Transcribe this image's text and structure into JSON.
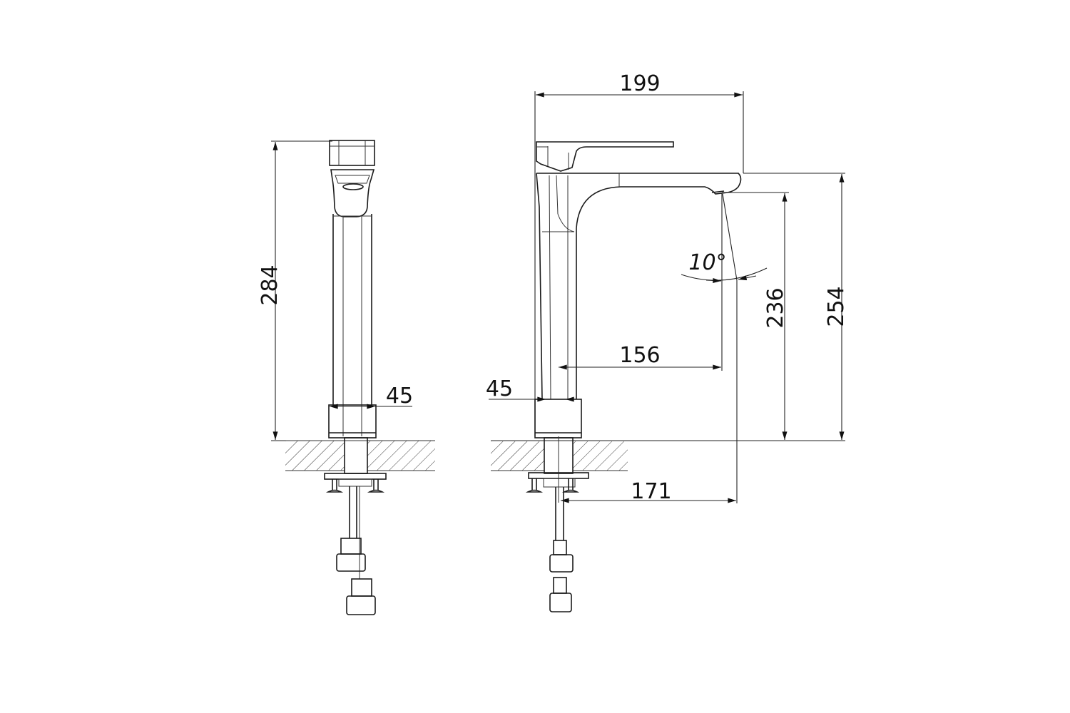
{
  "drawing": {
    "colors": {
      "line": "#1a1a1a",
      "background": "#ffffff"
    },
    "side_view": {
      "height_label": "284",
      "base_width_label": "45"
    },
    "front_view": {
      "overall_width_label": "199",
      "spout_top_height_label": "254",
      "aerator_height_label": "236",
      "spout_reach_label": "156",
      "stream_reach_label": "171",
      "base_width_label": "45",
      "stream_angle_label": "10°"
    }
  }
}
